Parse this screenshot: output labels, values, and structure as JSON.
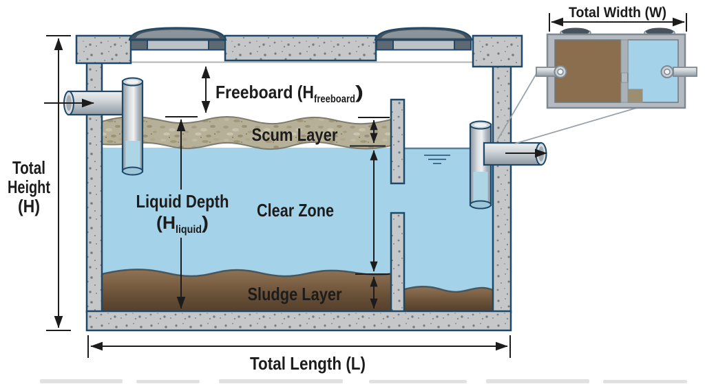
{
  "diagram": {
    "type": "septic-tank-cross-section",
    "labels": {
      "total_height": {
        "line1": "Total",
        "line2": "Height",
        "line3": "(H)"
      },
      "freeboard": {
        "pre": "Freeboard (H",
        "sub": "freeboard",
        "post": ")"
      },
      "scum_layer": "Scum Layer",
      "liquid_depth": {
        "line1": "Liquid Depth",
        "pre": "(H",
        "sub": "liquid",
        "post": ")"
      },
      "clear_zone": "Clear Zone",
      "sludge_layer": "Sludge Layer",
      "total_length": "Total Length (L)",
      "top_view": {
        "total_width": "Total Width (W)"
      }
    },
    "colors": {
      "water": "#a3d2e9",
      "water_line": "#57829f",
      "scum": "#b6b099",
      "scum_edge": "#7d7c6c",
      "sludge_top": "#907354",
      "sludge_bottom": "#55402c",
      "sludge_edge": "#49565e",
      "concrete": "#c5c7c9",
      "concrete_speck": "#5f6a74",
      "tank_outline": "#1e4868",
      "pipe_metal": "#c2c9ce",
      "pipe_water": "#add5e6",
      "lid_dark": "#46525c",
      "lid_top": "#8b939b",
      "riser_bar": "#bcc2c7",
      "riser_block": "#5d6872",
      "dimension": "#1c1c1c",
      "label_text": "#1c1c1c",
      "sludge_label_text": "#f2ecd9",
      "inset_frame": "#b4bac0",
      "inset_border": "#7d8890",
      "inset_chamber1": "#8a6e4e",
      "inset_divider": "#aab1b7",
      "inset_square": "#9c8e6f",
      "connector": "#9aa2a8"
    }
  }
}
